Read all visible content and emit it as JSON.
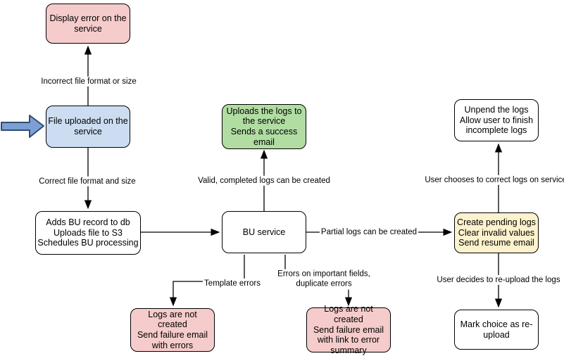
{
  "diagram": {
    "type": "flowchart",
    "colors": {
      "error_fill": "#f5cccb",
      "input_fill": "#ccddf1",
      "success_fill": "#b1dda3",
      "pending_fill": "#fcf2cd",
      "process_fill": "#ffffff",
      "node_border": "#000000",
      "connector": "#000000",
      "entry_arrow_fill": "#7d9fd6",
      "entry_arrow_border": "#2e4e72"
    },
    "nodes": {
      "display_error": {
        "text": "Display error on the\nservice"
      },
      "file_uploaded": {
        "text": "File uploaded on the\nservice"
      },
      "adds_bu_record": {
        "text": "Adds BU record to db\nUploads file to S3\nSchedules BU processing"
      },
      "uploads_logs": {
        "text": "Uploads the logs to\nthe service\nSends a success\nemail"
      },
      "bu_service": {
        "text": "BU service"
      },
      "create_pending": {
        "text": "Create pending logs\nClear invalid values\nSend resume email"
      },
      "unpend_logs": {
        "text": "Unpend the logs\nAllow user to finish\nincomplete logs"
      },
      "mark_choice": {
        "text": "Mark choice as re-\nupload"
      },
      "failure_errors": {
        "text": "Logs are not created\nSend failure email\nwith errors"
      },
      "failure_summary": {
        "text": "Logs are not created\nSend failure email\nwith link to error\nsummary"
      }
    },
    "edge_labels": {
      "incorrect_format": "Incorrect file format or size",
      "correct_format": "Correct file format and size",
      "valid_logs": "Valid, completed logs can be created",
      "partial_logs": "Partial logs can be created",
      "template_errors": "Template errors",
      "important_field_errors": "Errors on important fields,\nduplicate errors",
      "user_corrects": "User chooses to correct logs on service",
      "user_reuploads": "User decides to re-upload the logs"
    }
  }
}
